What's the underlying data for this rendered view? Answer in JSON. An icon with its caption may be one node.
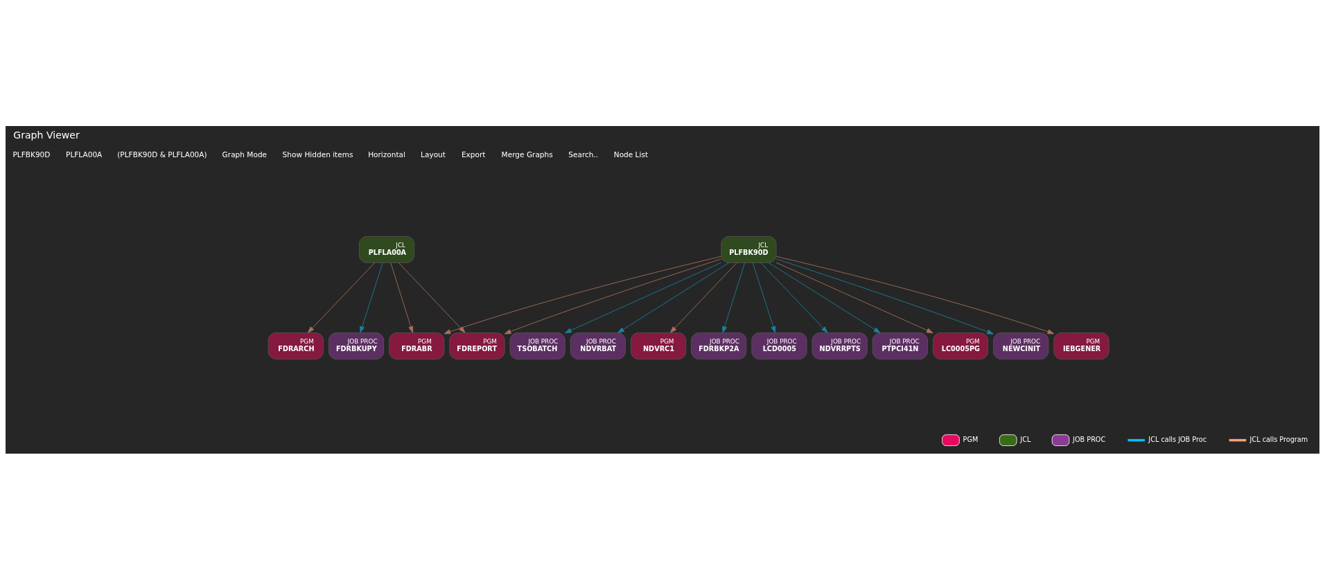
{
  "diagram": {
    "title": "Graph Viewer",
    "nodes": [
      {
        "text": [
          "JCL",
          "PLFLA00A"
        ]
      },
      {
        "text": [
          "JCL",
          "PLFBK90D"
        ]
      },
      {
        "text": [
          "PGM",
          "FDRARCH"
        ]
      },
      {
        "text": [
          "JOB PROC",
          "FDRBKUPY"
        ]
      },
      {
        "text": [
          "PGM",
          "FDRABR"
        ]
      },
      {
        "text": [
          "PGM",
          "FDREPORT"
        ]
      },
      {
        "text": [
          "JOB PROC",
          "NEWCINIT"
        ]
      },
      {
        "text": [
          "PGM",
          "IEBGENER"
        ]
      },
      {
        "text": [
          "JOB PROC",
          "TSOBATCH"
        ]
      },
      {
        "text": [
          "JOB PROC",
          "NDVRBAT"
        ]
      },
      {
        "text": [
          "PGM",
          "NDVRC1"
        ]
      },
      {
        "text": [
          "JOB PROC",
          "FDRBKP2A"
        ]
      },
      {
        "text": [
          "JOB PROC",
          "LCD0005"
        ]
      },
      {
        "text": [
          "JOB PROC",
          "NDVRRPTS"
        ]
      },
      {
        "text": [
          "JOB PROC",
          "PTPCI41N"
        ]
      },
      {
        "text": [
          "PGM",
          "LC0005PG"
        ]
      }
    ],
    "edges": [
      {
        "from": 0,
        "to": 2,
        "arrow": "to",
        "color": "#a8705a"
      },
      {
        "from": 0,
        "to": 3,
        "arrow": "to",
        "color": "#1a7f9e"
      },
      {
        "from": 0,
        "to": 4,
        "arrow": "to",
        "color": "#a8705a"
      },
      {
        "from": 0,
        "to": 5,
        "arrow": "to",
        "color": "#a8705a"
      },
      {
        "from": 1,
        "to": 4,
        "arrow": "to",
        "color": "#a8705a"
      },
      {
        "from": 1,
        "to": 5,
        "arrow": "to",
        "color": "#a8705a"
      },
      {
        "from": 1,
        "to": 6,
        "arrow": "to",
        "color": "#1a7f9e"
      },
      {
        "from": 1,
        "to": 7,
        "arrow": "to",
        "color": "#a8705a"
      },
      {
        "from": 1,
        "to": 8,
        "arrow": "to",
        "color": "#1a7f9e"
      },
      {
        "from": 1,
        "to": 9,
        "arrow": "to",
        "color": "#1a7f9e"
      },
      {
        "from": 1,
        "to": 10,
        "arrow": "to",
        "color": "#a8705a"
      },
      {
        "from": 1,
        "to": 11,
        "arrow": "to",
        "color": "#1a7f9e"
      },
      {
        "from": 1,
        "to": 12,
        "arrow": "to",
        "color": "#1a7f9e"
      },
      {
        "from": 1,
        "to": 13,
        "arrow": "to",
        "color": "#1a7f9e"
      },
      {
        "from": 1,
        "to": 14,
        "arrow": "to",
        "color": "#1a7f9e"
      },
      {
        "from": 1,
        "to": 15,
        "arrow": "to",
        "color": "#a8705a"
      }
    ],
    "labels": [
      "PLFBK90D",
      "PLFLA00A",
      "(PLFBK90D & PLFLA00A)",
      "Graph Mode",
      "Show Hidden items",
      "Horizontal",
      "Layout",
      "Export",
      "Merge Graphs",
      "Search..",
      "Node List"
    ],
    "legend": [
      {
        "text": "PGM",
        "color": "#e8095f"
      },
      {
        "text": "JCL",
        "color": "#386b16"
      },
      {
        "text": "JOB PROC",
        "color": "#8b3a96"
      },
      {
        "text": "JCL calls JOB Proc"
      },
      {
        "text": "JCL calls Program"
      }
    ]
  }
}
